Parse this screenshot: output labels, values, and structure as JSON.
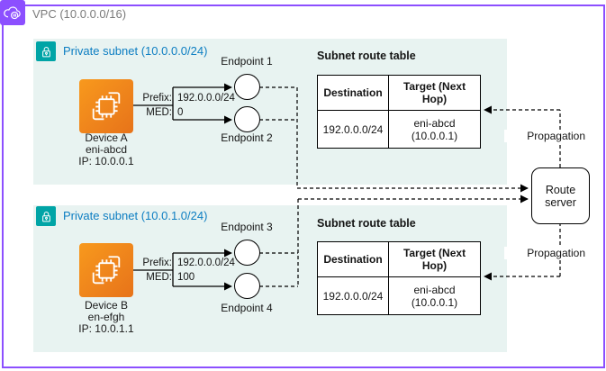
{
  "vpc": {
    "label": "VPC (10.0.0.0/16)"
  },
  "route_server": {
    "label": "Route server"
  },
  "propagation_label": "Propagation",
  "subnets": [
    {
      "label": "Private subnet (10.0.0.0/24)",
      "device": {
        "name": "Device A",
        "interface": "eni-abcd",
        "ip": "IP: 10.0.0.1"
      },
      "bgp": {
        "prefix_label": "Prefix:",
        "prefix": "192.0.0.0/24",
        "med_label": "MED:",
        "med": "0"
      },
      "endpoints": [
        "Endpoint 1",
        "Endpoint 2"
      ],
      "route_table": {
        "title": "Subnet route table",
        "col_destination": "Destination",
        "col_target": "Target (Next Hop)",
        "row": {
          "destination": "192.0.0.0/24",
          "target_line1": "eni-abcd",
          "target_line2": "(10.0.0.1)"
        }
      }
    },
    {
      "label": "Private subnet (10.0.1.0/24)",
      "device": {
        "name": "Device B",
        "interface": "en-efgh",
        "ip": "IP: 10.0.1.1"
      },
      "bgp": {
        "prefix_label": "Prefix:",
        "prefix": "192.0.0.0/24",
        "med_label": "MED:",
        "med": "100"
      },
      "endpoints": [
        "Endpoint 3",
        "Endpoint 4"
      ],
      "route_table": {
        "title": "Subnet route table",
        "col_destination": "Destination",
        "col_target": "Target (Next Hop)",
        "row": {
          "destination": "192.0.0.0/24",
          "target_line1": "eni-abcd",
          "target_line2": "(10.0.0.1)"
        }
      }
    }
  ],
  "colors": {
    "vpc_purple": "#8C4FFF",
    "subnet_teal": "#00A4A6",
    "subnet_bg": "#E8F3F1",
    "subnet_label_blue": "#0D7EC2",
    "compute_orange": "#ED7100",
    "vpc_label_gray": "#7B7B7B"
  }
}
